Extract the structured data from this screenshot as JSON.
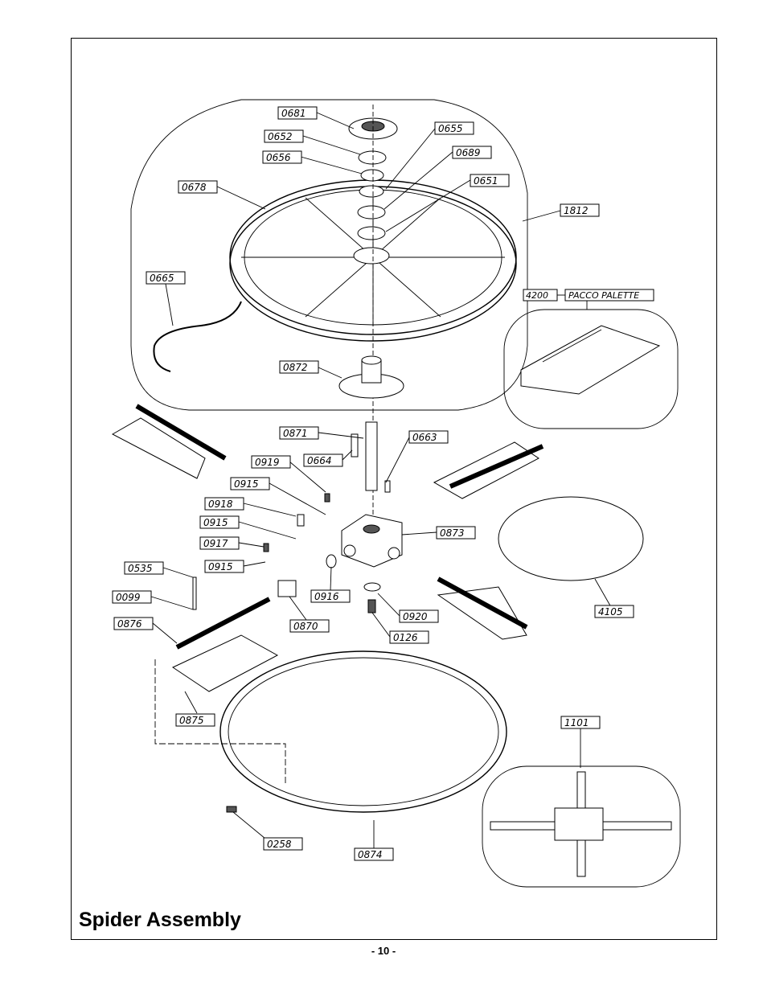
{
  "title": "Spider Assembly",
  "page_number": "- 10 -",
  "labels": {
    "p0681": "0681",
    "p0652": "0652",
    "p0656": "0656",
    "p0655": "0655",
    "p0689": "0689",
    "p0651": "0651",
    "p0678": "0678",
    "p1812": "1812",
    "p0665": "0665",
    "p4200": "4200",
    "pacco_palette": "PACCO PALETTE",
    "p0872": "0872",
    "p0871": "0871",
    "p0663": "0663",
    "p0664": "0664",
    "p0919": "0919",
    "p0915a": "0915",
    "p0918": "0918",
    "p0915b": "0915",
    "p0873": "0873",
    "p0917": "0917",
    "p0915c": "0915",
    "p0535": "0535",
    "p0916": "0916",
    "p0099": "0099",
    "p0870": "0870",
    "p0920": "0920",
    "p4105": "4105",
    "p0876": "0876",
    "p0126": "0126",
    "p0875": "0875",
    "p1101": "1101",
    "p0258": "0258",
    "p0874": "0874"
  }
}
